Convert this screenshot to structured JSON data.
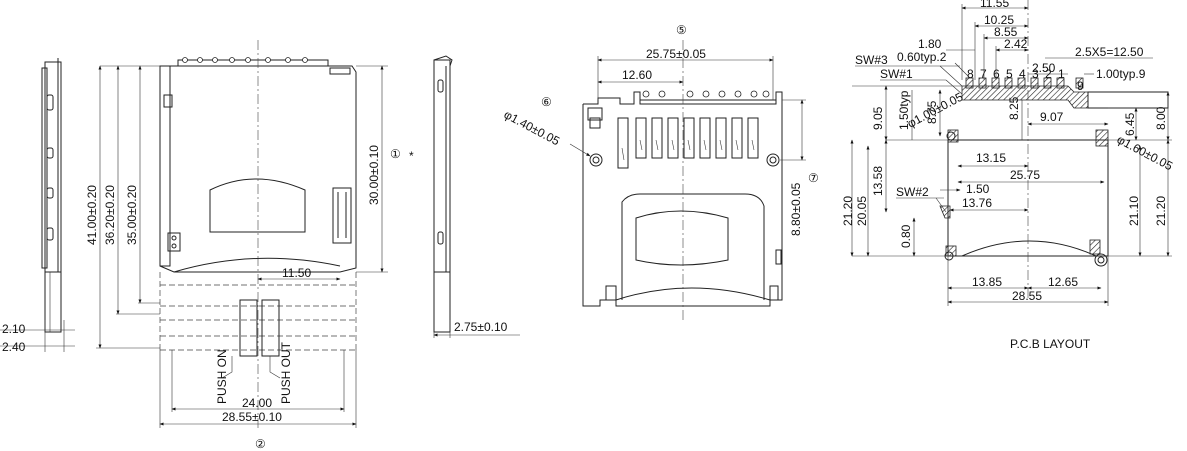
{
  "side_view_left": {
    "dims": [
      "2.10",
      "2.40"
    ]
  },
  "front_view": {
    "dims": [
      "41.00±0.20",
      "36.20±0.20",
      "35.00±0.20",
      "30.00±0.10",
      "11.50",
      "24.00",
      "28.55±0.10"
    ],
    "push_on": "PUSH ON",
    "push_out": "PUSH OUT",
    "marker_1": "①",
    "marker_2": "②",
    "asterisk": "*"
  },
  "side_view_right": {
    "dims": [
      "2.75±0.10"
    ]
  },
  "socket_view": {
    "dims": [
      "25.75±0.05",
      "12.60",
      "8.80±0.05"
    ],
    "hole": "φ1.40±0.05",
    "marker_5": "⑤",
    "marker_6": "⑥",
    "marker_7": "⑦"
  },
  "pcb_layout": {
    "dims": [
      "11.55",
      "10.25",
      "8.55",
      "2.42",
      "1.80",
      "0.60typ.2",
      "2.50",
      "2.5X5=12.50",
      "1.00typ.9",
      "9.05",
      "1.50typ",
      "8.75",
      "8.25",
      "9.07",
      "6.45",
      "8.00",
      "13.15",
      "25.75",
      "21.20",
      "20.05",
      "13.58",
      "1.50",
      "13.76",
      "0.80",
      "21.10",
      "21.20",
      "13.85",
      "12.65",
      "28.55"
    ],
    "hole_small": "φ1.00±0.05",
    "hole_large": "φ1.60±0.05",
    "sw1": "SW#1",
    "sw2": "SW#2",
    "sw3": "SW#3",
    "pin_numbers": [
      "8",
      "7",
      "6",
      "5",
      "4",
      "3",
      "2",
      "1",
      "9"
    ],
    "caption": "P.C.B LAYOUT"
  }
}
